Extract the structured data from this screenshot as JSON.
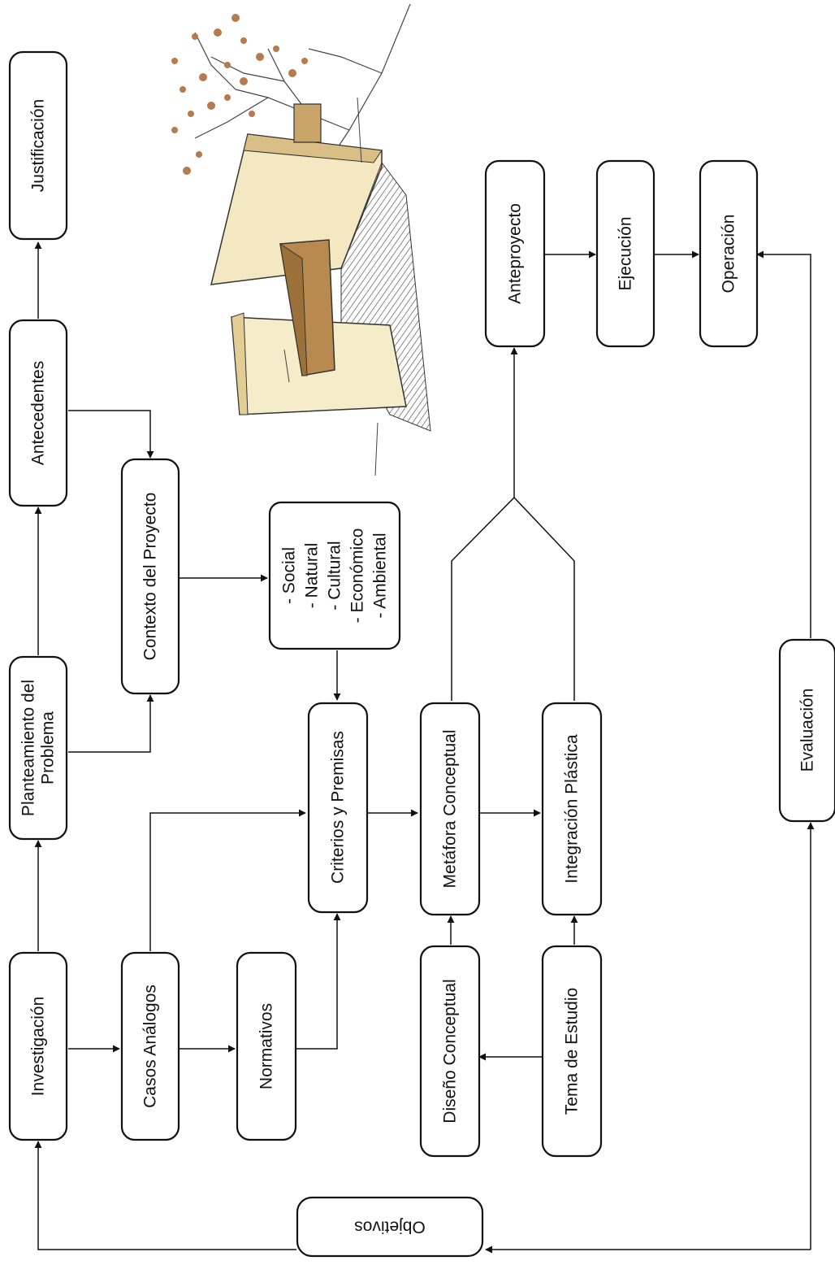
{
  "diagram": {
    "nodes": {
      "justificacion": "Justificación",
      "antecedentes": "Antecedentes",
      "planteamiento_line1": "Planteamiento del",
      "planteamiento_line2": "Problema",
      "investigacion": "Investigación",
      "contexto": "Contexto del Proyecto",
      "casos": "Casos Análogos",
      "normativos": "Normativos",
      "criterios": "Criterios y Premisas",
      "metafora": "Metáfora Conceptual",
      "diseno": "Diseño Conceptual",
      "integracion": "Integración Plástica",
      "tema": "Tema de Estudio",
      "anteproyecto": "Anteproyecto",
      "ejecucion": "Ejecución",
      "operacion": "Operación",
      "evaluacion": "Evaluación",
      "objetivos": "Objetivos"
    },
    "context_list": [
      "- Social",
      "- Natural",
      "- Cultural",
      "- Económico",
      "- Ambiental"
    ],
    "colors": {
      "stroke": "#111111",
      "sketch_fill": "#f3e8c2",
      "sketch_wood": "#b98a4f",
      "leaves": "#b57a4e",
      "hatch": "#555555"
    }
  }
}
